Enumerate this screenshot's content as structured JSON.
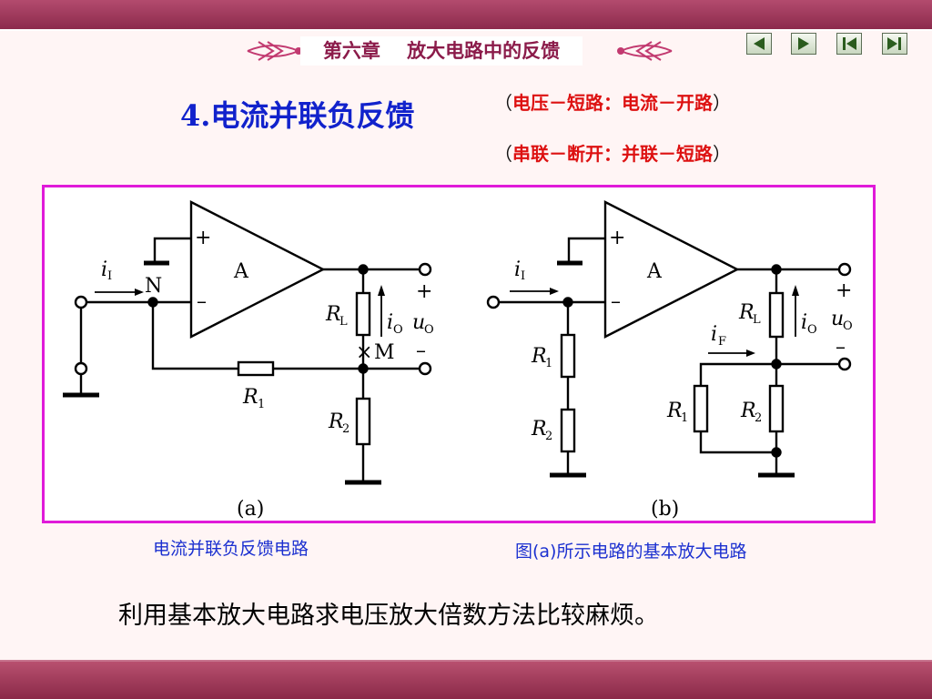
{
  "header": {
    "chapter_title": "第六章    放大电路中的反馈"
  },
  "nav": {
    "buttons": [
      "prev-icon",
      "next-icon",
      "first-icon",
      "last-icon"
    ]
  },
  "main": {
    "heading_number": "4.",
    "heading_text": "电流并联负反馈",
    "note1": {
      "open": "（",
      "text": "电压－短路：电流－开路",
      "close": "）"
    },
    "note2": {
      "open": "（",
      "text": "串联－断开：并联－短路",
      "close": "）"
    },
    "caption_a": "电流并联负反馈电路",
    "caption_b": "图(a)所示电路的基本放大电路",
    "bottom_text": "利用基本放大电路求电压放大倍数方法比较麻烦。"
  },
  "diagram": {
    "a": {
      "amp": "A",
      "plus": "+",
      "minus": "–",
      "current_in": "i",
      "current_in_sub": "I",
      "node_n": "N",
      "node_m": "M",
      "cross": "×",
      "rl": "R",
      "rl_sub": "L",
      "io": "i",
      "io_sub": "O",
      "uo": "u",
      "uo_sub": "O",
      "out_plus": "+",
      "out_minus": "–",
      "r1": "R",
      "r1_sub": "1",
      "r2": "R",
      "r2_sub": "2",
      "label": "(a)"
    },
    "b": {
      "amp": "A",
      "plus": "+",
      "minus": "–",
      "current_in": "i",
      "current_in_sub": "I",
      "r1_left": "R",
      "r1_left_sub": "1",
      "r2_left": "R",
      "r2_left_sub": "2",
      "rl": "R",
      "rl_sub": "L",
      "io": "i",
      "io_sub": "O",
      "uo": "u",
      "uo_sub": "O",
      "out_plus": "+",
      "out_minus": "–",
      "if": "i",
      "if_sub": "F",
      "r1_right": "R",
      "r1_right_sub": "1",
      "r2_right": "R",
      "r2_right_sub": "2",
      "label": "(b)"
    }
  },
  "colors": {
    "band": "#9b3659",
    "title": "#8b1b4a",
    "heading": "#1122cc",
    "note": "#dd1111",
    "frame": "#e01ad9",
    "caption": "#1b30d0"
  }
}
